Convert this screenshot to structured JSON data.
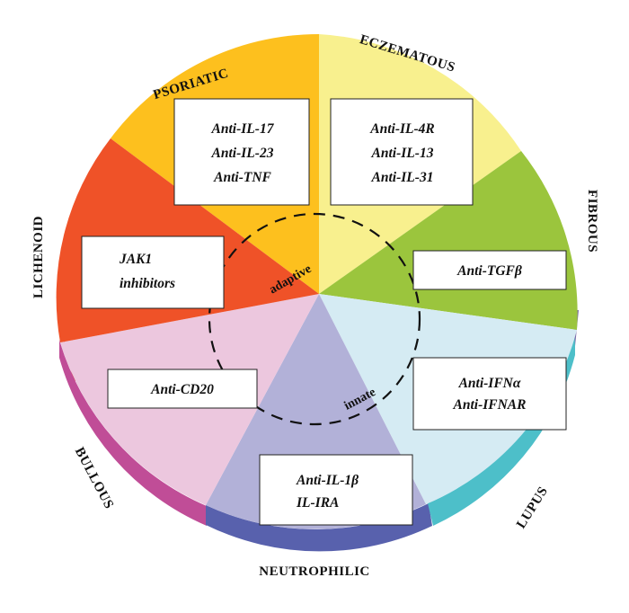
{
  "diagram": {
    "categories": {
      "psoriatic": "PSORIATIC",
      "eczematous": "ECZEMATOUS",
      "fibrous": "FIBROUS",
      "lupus": "LUPUS",
      "neutrophilic": "NEUTROPHILIC",
      "bullous": "BULLOUS",
      "lichenoid": "LICHENOID"
    },
    "center": {
      "adaptive": "adaptive",
      "innate": "innate"
    },
    "therapies": {
      "psoriatic": [
        "Anti-IL-17",
        "Anti-IL-23",
        "Anti-TNF"
      ],
      "eczematous": [
        "Anti-IL-4R",
        "Anti-IL-13",
        "Anti-IL-31"
      ],
      "fibrous": [
        "Anti-TGFβ"
      ],
      "lupus": [
        "Anti-IFNα",
        "Anti-IFNAR"
      ],
      "neutrophilic": [
        "Anti-IL-1β",
        "IL-IRA"
      ],
      "bullous": [
        "Anti-CD20"
      ],
      "lichenoid": [
        "JAK1",
        "inhibitors"
      ]
    },
    "colors": {
      "psoriatic": "#fdc01e",
      "eczematous": "#f8f08e",
      "fibrous": "#9bc53d",
      "lupus": "#d5ebf3",
      "neutrophilic": "#b2b1d8",
      "bullous": "#ecc7de",
      "lichenoid": "#ef5228",
      "rim_lichenoid": "#e03020",
      "rim_bullous": "#c04d97",
      "rim_neutrophilic": "#5861ad",
      "rim_lupus": "#4dbfc9",
      "rim_fibrous": "#7a6aa8"
    }
  }
}
